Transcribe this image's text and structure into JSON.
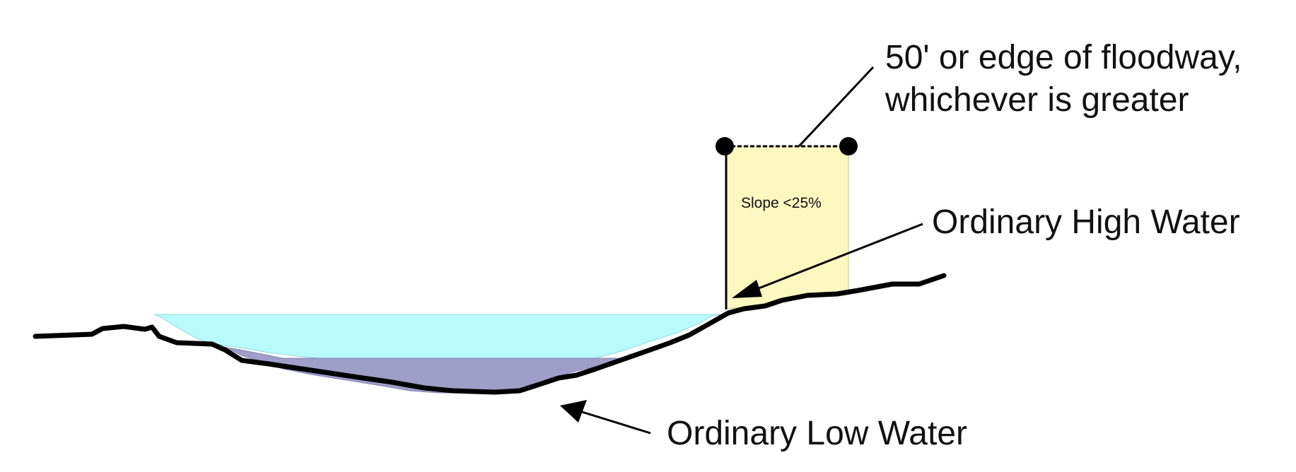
{
  "labels": {
    "setback_line1": "50' or edge of floodway,",
    "setback_line2": "whichever is greater",
    "slope": "Slope <25%",
    "ordinary_high_water": "Ordinary High Water",
    "ordinary_low_water": "Ordinary Low Water"
  },
  "colors": {
    "high_water": "#b9fbfd",
    "low_water": "#9f9ec8",
    "buffer_zone": "#fbf8c0",
    "ground": "#000000"
  }
}
